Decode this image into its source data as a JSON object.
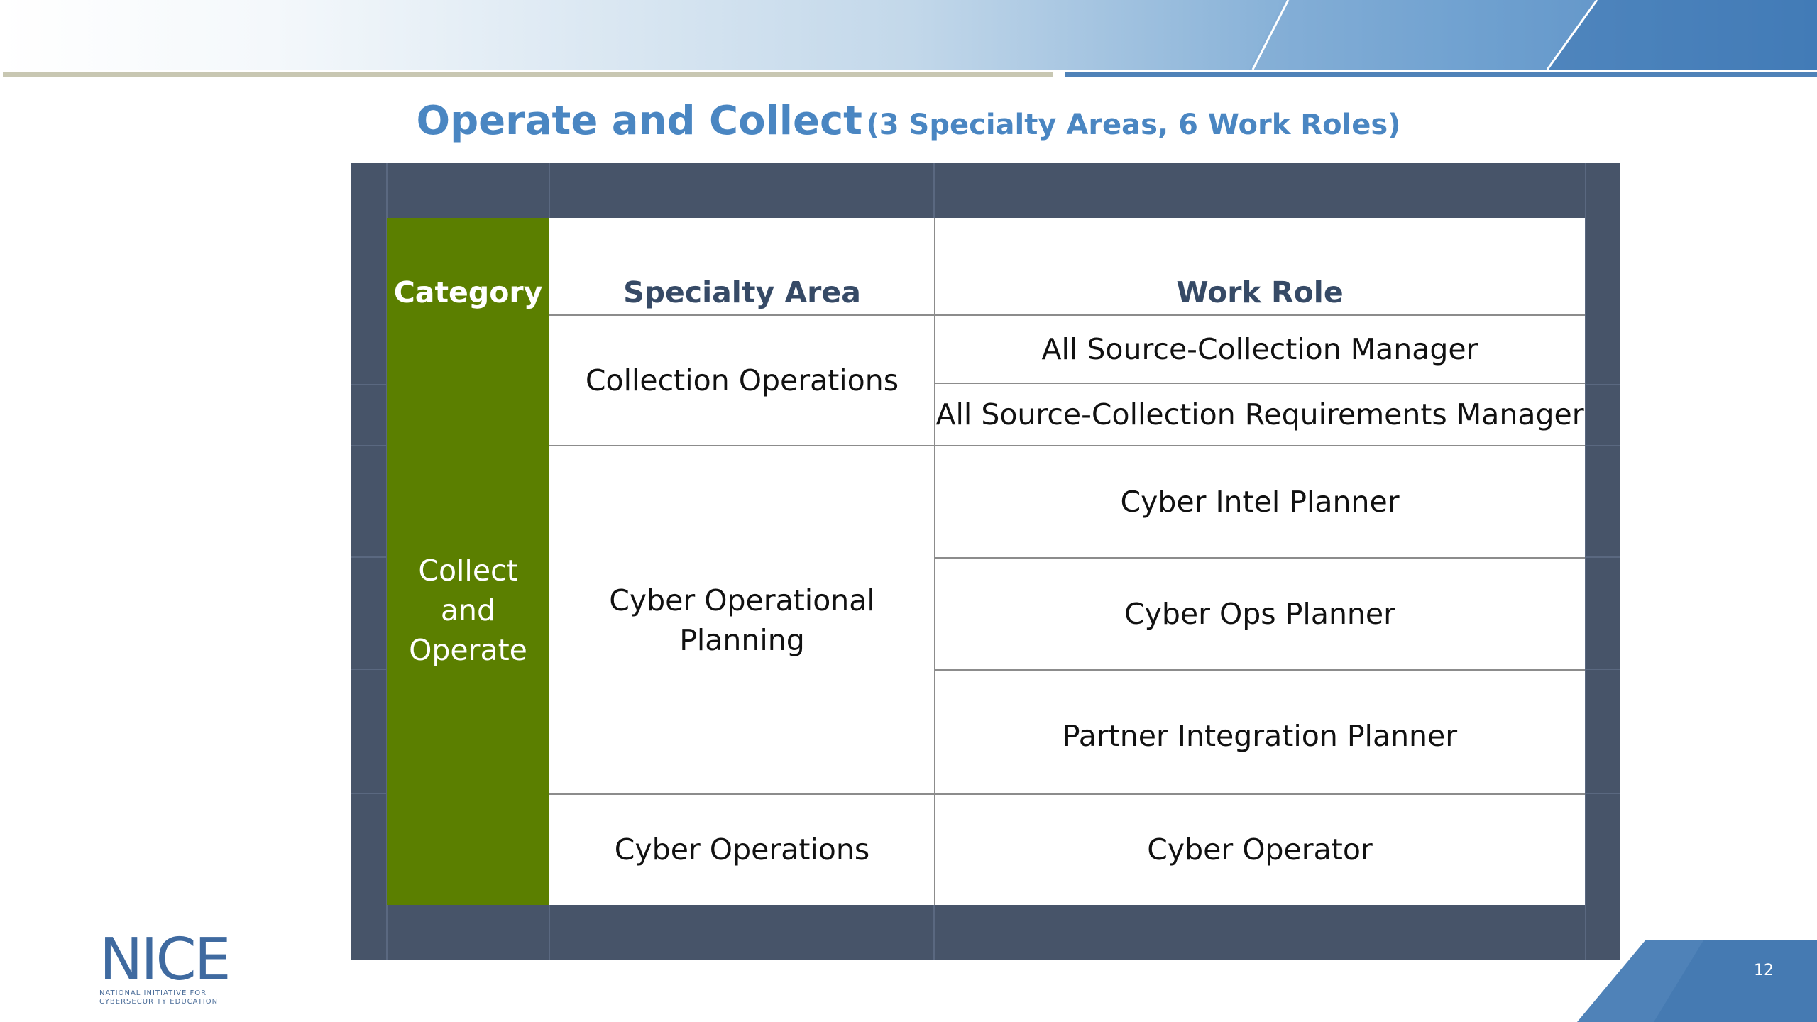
{
  "slide": {
    "title_main": "Operate and Collect",
    "title_sub": "(3 Specialty Areas, 6 Work Roles)",
    "page_number": "12"
  },
  "table": {
    "headers": {
      "category": "Category",
      "specialty_area": "Specialty Area",
      "work_role": "Work Role"
    },
    "category": [
      "Collect and",
      "Operate"
    ],
    "specialty_areas": [
      "Collection Operations",
      "Cyber Operational Planning",
      "Cyber Operations"
    ],
    "work_roles": [
      "All Source-Collection Manager",
      "All Source-Collection Requirements Manager",
      "Cyber Intel Planner",
      "Cyber Ops Planner",
      "Partner Integration Planner",
      "Cyber Operator"
    ]
  },
  "logo": {
    "word": "NICE",
    "tagline_1": "NATIONAL INITIATIVE FOR",
    "tagline_2": "CYBERSECURITY EDUCATION"
  },
  "colors": {
    "title": "#4a86c2",
    "category_green": "#5b7f00",
    "frame": "#475469",
    "header_text": "#364a66"
  }
}
